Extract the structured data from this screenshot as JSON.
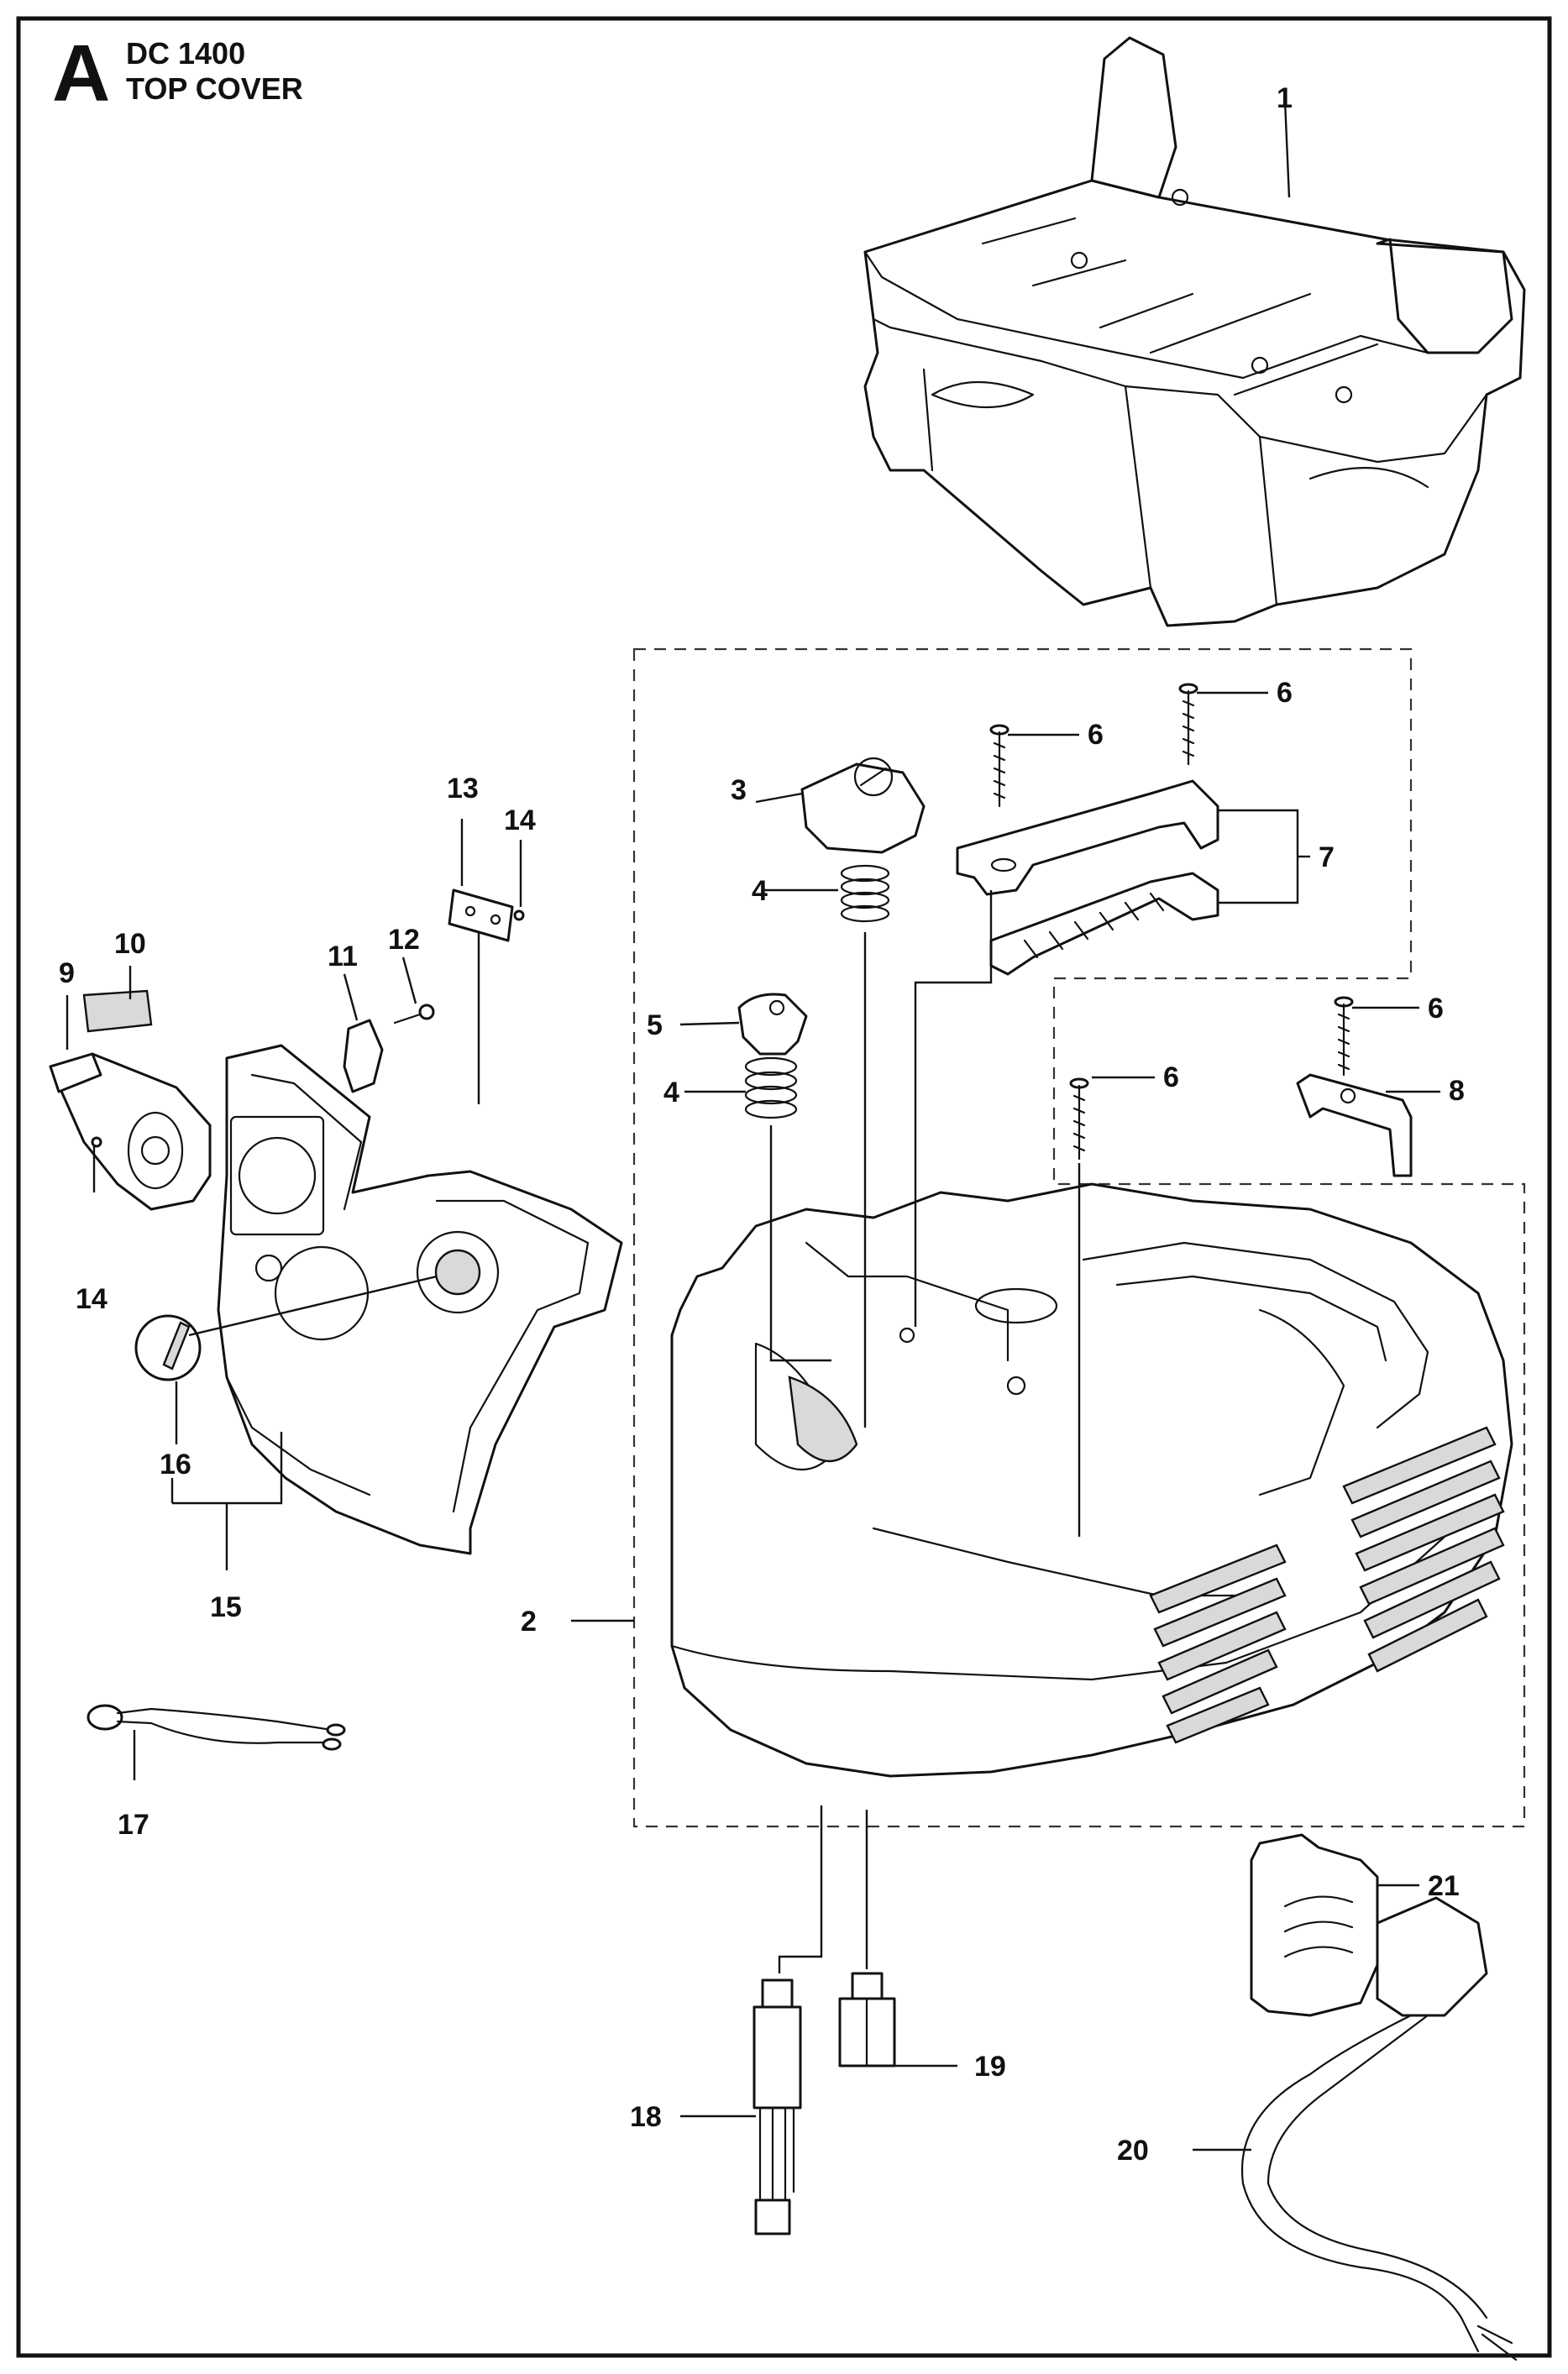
{
  "header": {
    "section_letter": "A",
    "model": "DC 1400",
    "title": "TOP COVER"
  },
  "callouts": [
    {
      "id": "c1",
      "text": "1"
    },
    {
      "id": "c2",
      "text": "2"
    },
    {
      "id": "c3",
      "text": "3"
    },
    {
      "id": "c4a",
      "text": "4"
    },
    {
      "id": "c4b",
      "text": "4"
    },
    {
      "id": "c5",
      "text": "5"
    },
    {
      "id": "c6a",
      "text": "6"
    },
    {
      "id": "c6b",
      "text": "6"
    },
    {
      "id": "c6c",
      "text": "6"
    },
    {
      "id": "c6d",
      "text": "6"
    },
    {
      "id": "c7",
      "text": "7"
    },
    {
      "id": "c8",
      "text": "8"
    },
    {
      "id": "c9",
      "text": "9"
    },
    {
      "id": "c10",
      "text": "10"
    },
    {
      "id": "c11",
      "text": "11"
    },
    {
      "id": "c12",
      "text": "12"
    },
    {
      "id": "c13",
      "text": "13"
    },
    {
      "id": "c14a",
      "text": "14"
    },
    {
      "id": "c14b",
      "text": "14"
    },
    {
      "id": "c15",
      "text": "15"
    },
    {
      "id": "c16",
      "text": "16"
    },
    {
      "id": "c17",
      "text": "17"
    },
    {
      "id": "c18",
      "text": "18"
    },
    {
      "id": "c19",
      "text": "19"
    },
    {
      "id": "c20",
      "text": "20"
    },
    {
      "id": "c21",
      "text": "21"
    }
  ]
}
